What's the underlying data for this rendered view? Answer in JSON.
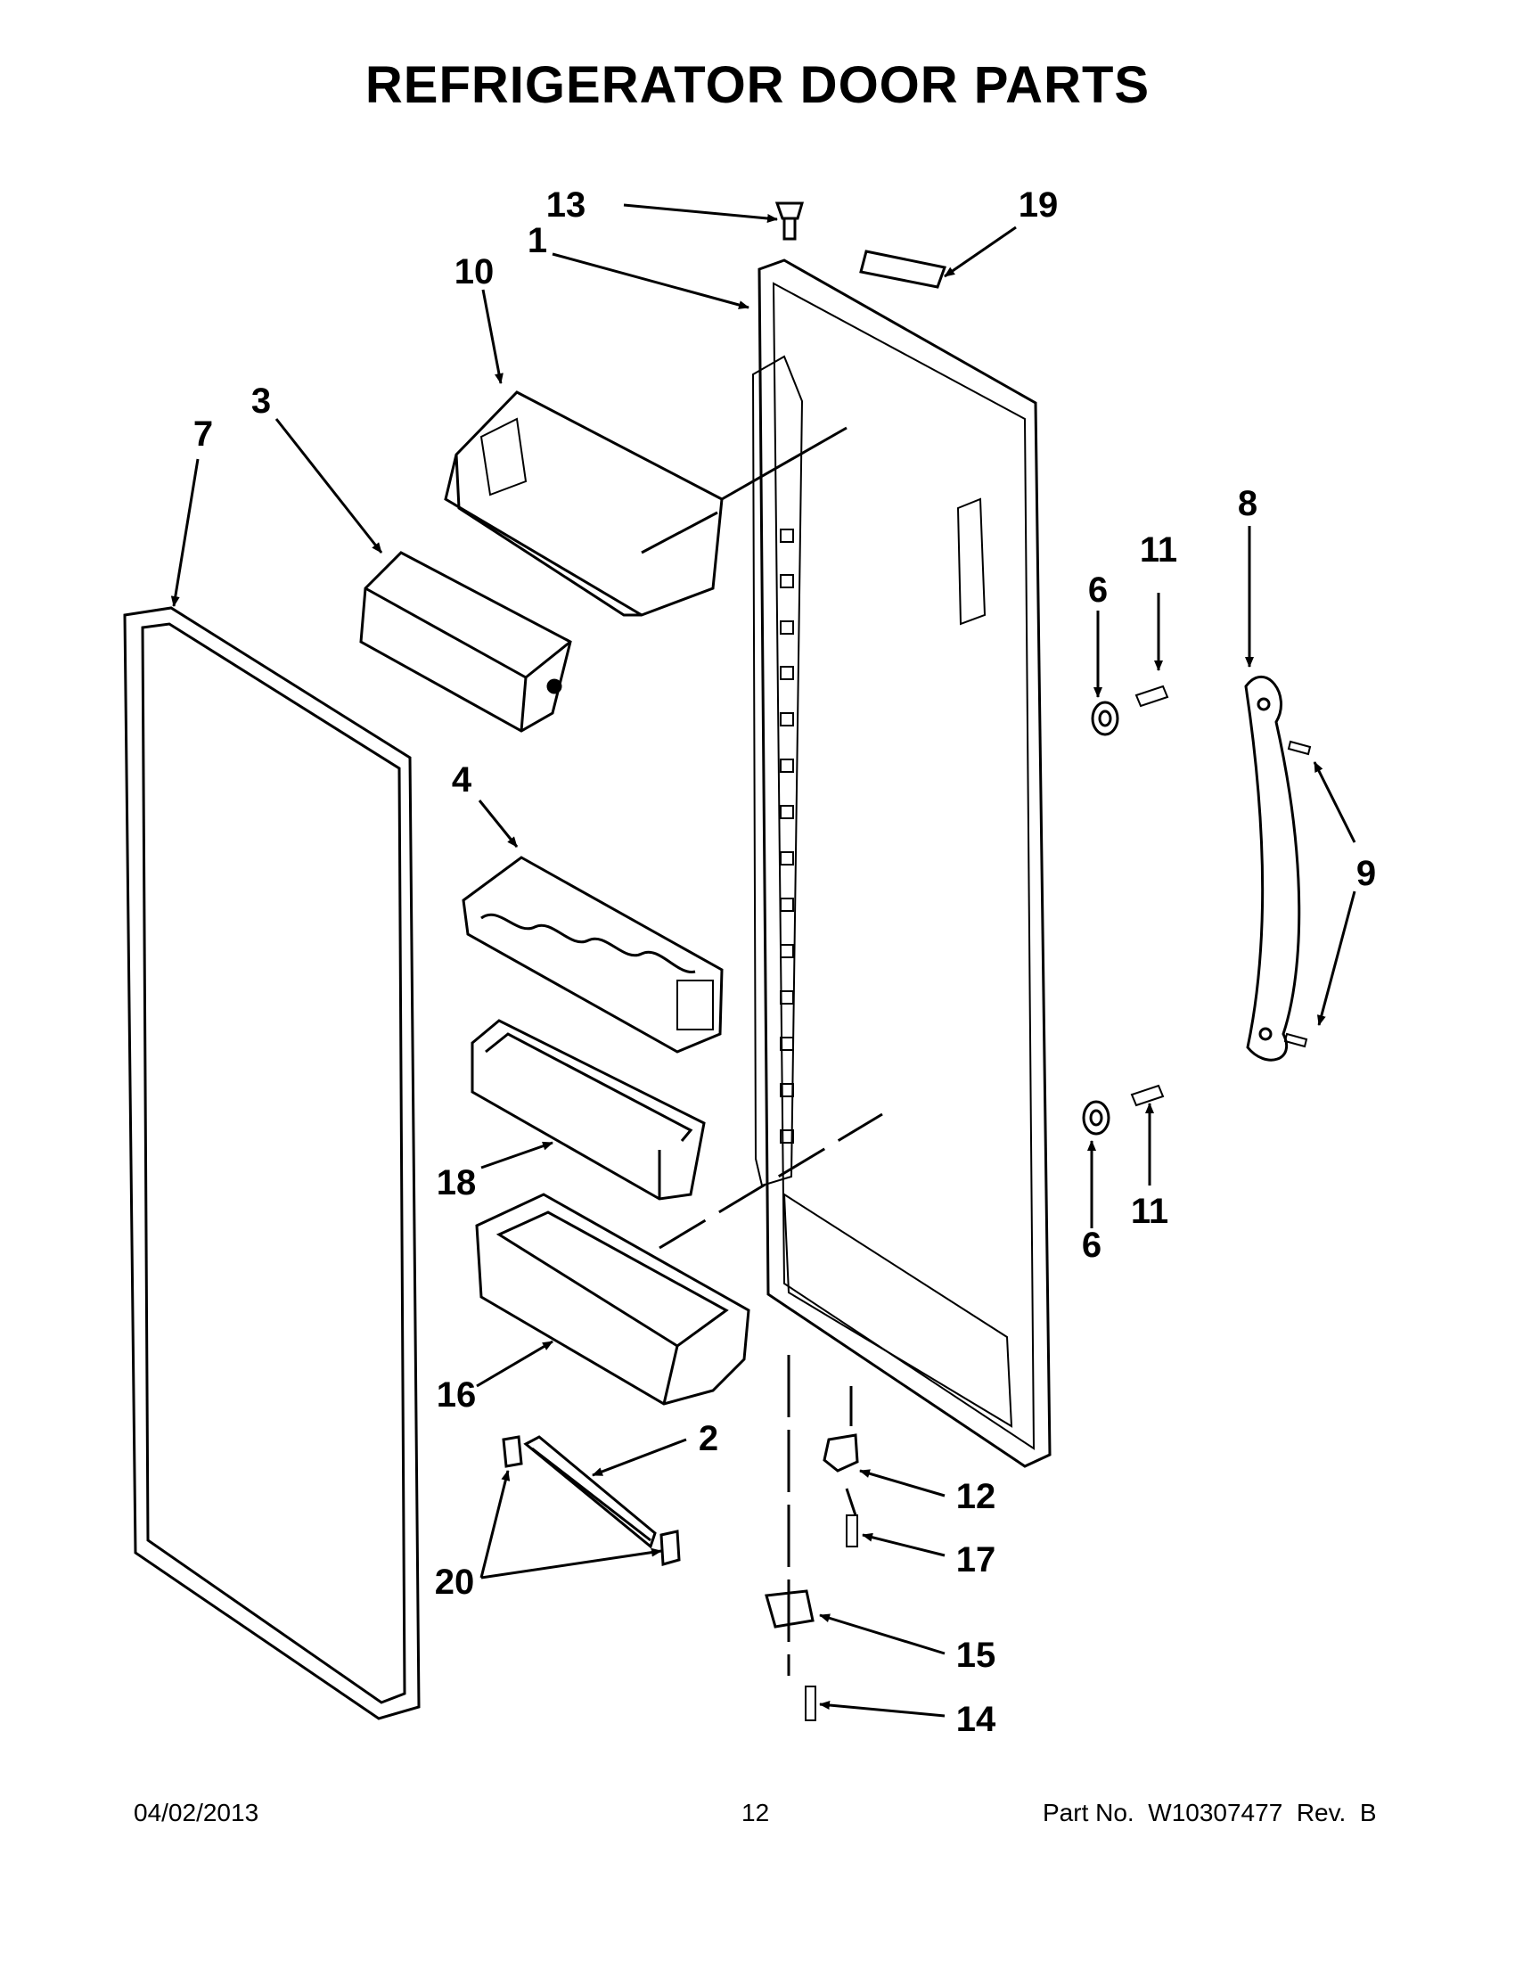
{
  "title": "REFRIGERATOR DOOR PARTS",
  "callouts": {
    "c1": "1",
    "c2": "2",
    "c3": "3",
    "c4": "4",
    "c6a": "6",
    "c6b": "6",
    "c7": "7",
    "c8": "8",
    "c9": "9",
    "c10": "10",
    "c11a": "11",
    "c11b": "11",
    "c12": "12",
    "c13": "13",
    "c14": "14",
    "c15": "15",
    "c16": "16",
    "c17": "17",
    "c18": "18",
    "c19": "19",
    "c20": "20"
  },
  "footer": {
    "date": "04/02/2013",
    "page": "12",
    "part_no": "Part No.  W10307477  Rev.  B"
  }
}
